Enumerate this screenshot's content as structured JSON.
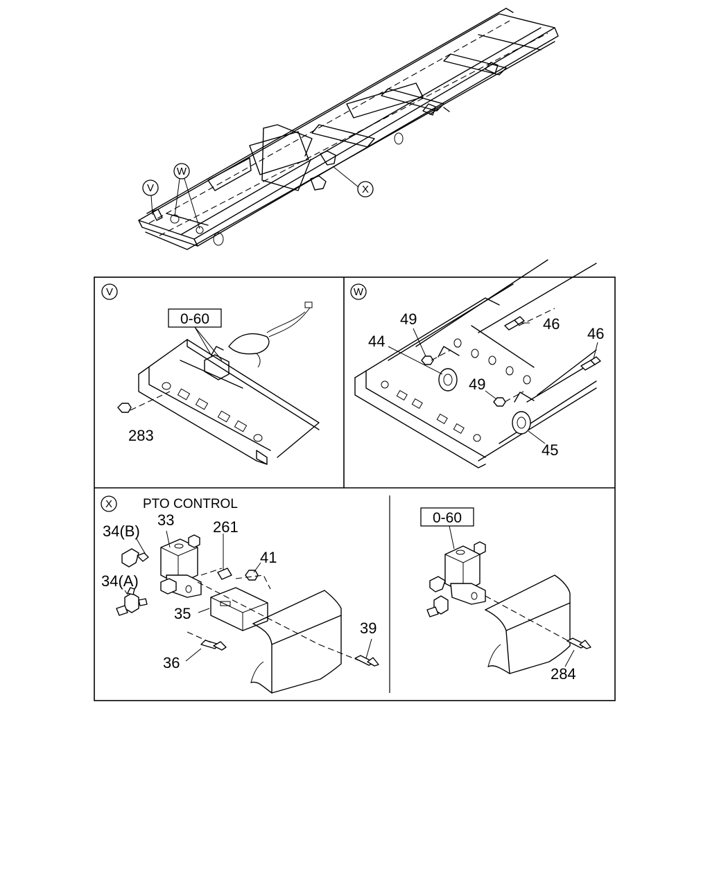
{
  "overview": {
    "callouts": [
      "V",
      "W",
      "X"
    ]
  },
  "panel_v": {
    "badge": "V",
    "ref_box": "0-60",
    "parts": [
      "283"
    ]
  },
  "panel_w": {
    "badge": "W",
    "parts": [
      "49",
      "46",
      "44",
      "46",
      "49",
      "45"
    ]
  },
  "panel_x": {
    "badge": "X",
    "title": "PTO CONTROL",
    "parts": [
      "34(B)",
      "33",
      "261",
      "41",
      "34(A)",
      "35",
      "39",
      "36"
    ],
    "right": {
      "ref_box": "0-60",
      "parts": [
        "284"
      ]
    }
  }
}
